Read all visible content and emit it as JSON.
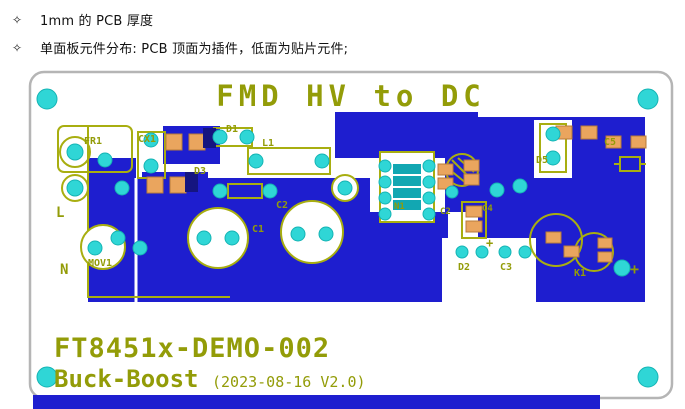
{
  "bullets": {
    "marker": "✧",
    "items": [
      {
        "text": "1mm 的 PCB 厚度"
      },
      {
        "text": "单面板元件分布: PCB 顶面为插件，低面为贴片元件;"
      }
    ]
  },
  "pcb": {
    "title": "FMD HV to DC",
    "footer": {
      "name": "FT8451x-DEMO-002",
      "subtitle": "Buck-Boost",
      "version": "(2023-08-16 V2.0)"
    },
    "labels": {
      "fr1": "FR1",
      "cx1": "CX1",
      "d1": "D1",
      "l1": "L1",
      "d3": "D3",
      "c1": "C1",
      "c2": "C2",
      "mov1": "MOV1",
      "l": "L",
      "n": "N",
      "n1": "N1",
      "c2b": "C2",
      "c4": "C4",
      "d2": "D2",
      "c3": "C3",
      "d5": "D5",
      "c5": "C5",
      "k1": "K1",
      "plus_a": "+",
      "plus_b": "+"
    },
    "colors": {
      "copper": "#1e1ecf",
      "pad": "#2fd6d6",
      "silkscreen": "#a8ae10",
      "label_text": "#939c08",
      "smd_pad": "#eaa55e",
      "board_outline": "#b5b5b5"
    }
  }
}
